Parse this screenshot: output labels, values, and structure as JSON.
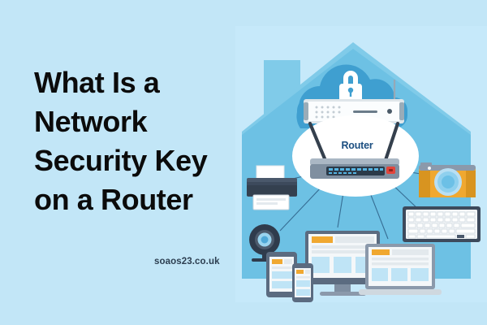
{
  "page": {
    "background_color": "#c2e6f7",
    "panel_color": "#c6e9fa"
  },
  "headline": {
    "lines": [
      "What Is a",
      "Network",
      "Security Key",
      "on a Router"
    ],
    "color": "#0b0b0b"
  },
  "watermark": {
    "text": "soaos23.co.uk",
    "color": "#2c3e50"
  },
  "illustration": {
    "name": "home-network-diagram",
    "house": {
      "label": "house-silhouette",
      "color": "#6dc1e4",
      "roof_color": "#80cbe9",
      "chimney_label": "chimney"
    },
    "cloud": {
      "label": "internet-cloud",
      "color": "#3f9fd0",
      "lock_icon": "padlock-icon"
    },
    "modem": {
      "label": "modem-device",
      "body_color": "#f4f7f9"
    },
    "router": {
      "label": "Router",
      "label_color": "#1b4e80",
      "body_color": "#7f8fa0",
      "led_color": "#3f9fd0",
      "accent_color": "#e2453c",
      "halo_color": "#ffffff"
    },
    "devices": [
      {
        "id": "printer",
        "name": "printer-device",
        "color": "#3d4a5c"
      },
      {
        "id": "webcam",
        "name": "webcam-device",
        "color": "#2f3b4c"
      },
      {
        "id": "desktop",
        "name": "desktop-monitor-device",
        "color": "#5b6b80"
      },
      {
        "id": "tablet",
        "name": "tablet-device",
        "color": "#5b6b80"
      },
      {
        "id": "phone",
        "name": "smartphone-device",
        "color": "#5b6b80"
      },
      {
        "id": "laptop",
        "name": "laptop-device",
        "color": "#5b6b80"
      },
      {
        "id": "keyboard",
        "name": "keyboard-device",
        "color": "#3d4a5c"
      },
      {
        "id": "camera",
        "name": "photo-camera-device",
        "color": "#f0a830"
      }
    ],
    "connection_line_color": "#2d5f86"
  }
}
